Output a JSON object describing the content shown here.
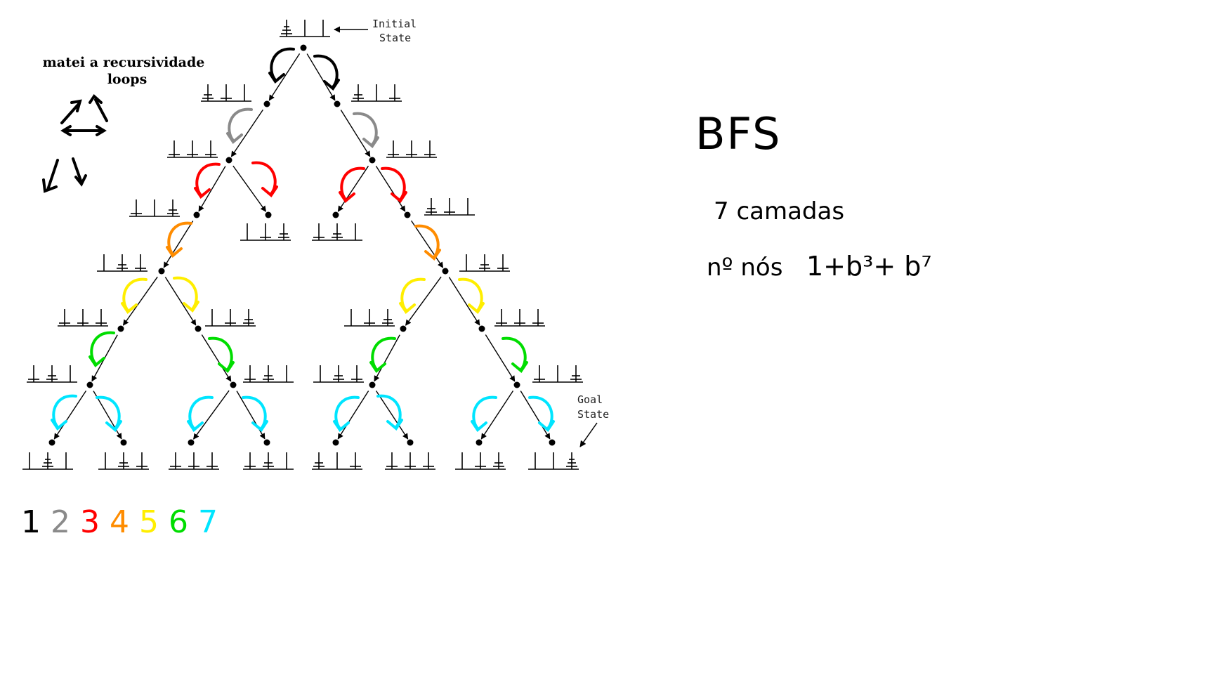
{
  "labels": {
    "initial_state": [
      "Initial",
      "State"
    ],
    "goal_state": [
      "Goal",
      "State"
    ],
    "note": [
      "matei a recursividade",
      "loops"
    ]
  },
  "annotations": {
    "title": "BFS",
    "layers": "7 camadas",
    "nodes_prefix": "nº nós",
    "nodes_formula": "1+b³+ b⁷"
  },
  "legend": [
    {
      "label": "1",
      "color": "#000000"
    },
    {
      "label": "2",
      "color": "#8a8a8a"
    },
    {
      "label": "3",
      "color": "#ff0000"
    },
    {
      "label": "4",
      "color": "#ff8c00"
    },
    {
      "label": "5",
      "color": "#ffee00"
    },
    {
      "label": "6",
      "color": "#00dd00"
    },
    {
      "label": "7",
      "color": "#00e5ff"
    }
  ]
}
